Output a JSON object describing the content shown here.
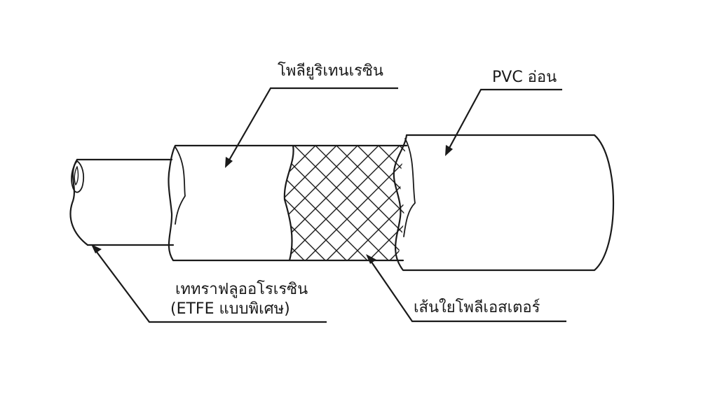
{
  "labels": {
    "polyurethane": "โพลียูริเทนเรซิน",
    "soft_pvc": "PVC อ่อน",
    "etfe_line1": "เททราฟลูออโรเรซิน",
    "etfe_line2": "(ETFE แบบพิเศษ)",
    "polyester": "เส้นใยโพลีเอสเตอร์"
  },
  "colors": {
    "stroke": "#1a1a1a",
    "background": "#ffffff"
  }
}
